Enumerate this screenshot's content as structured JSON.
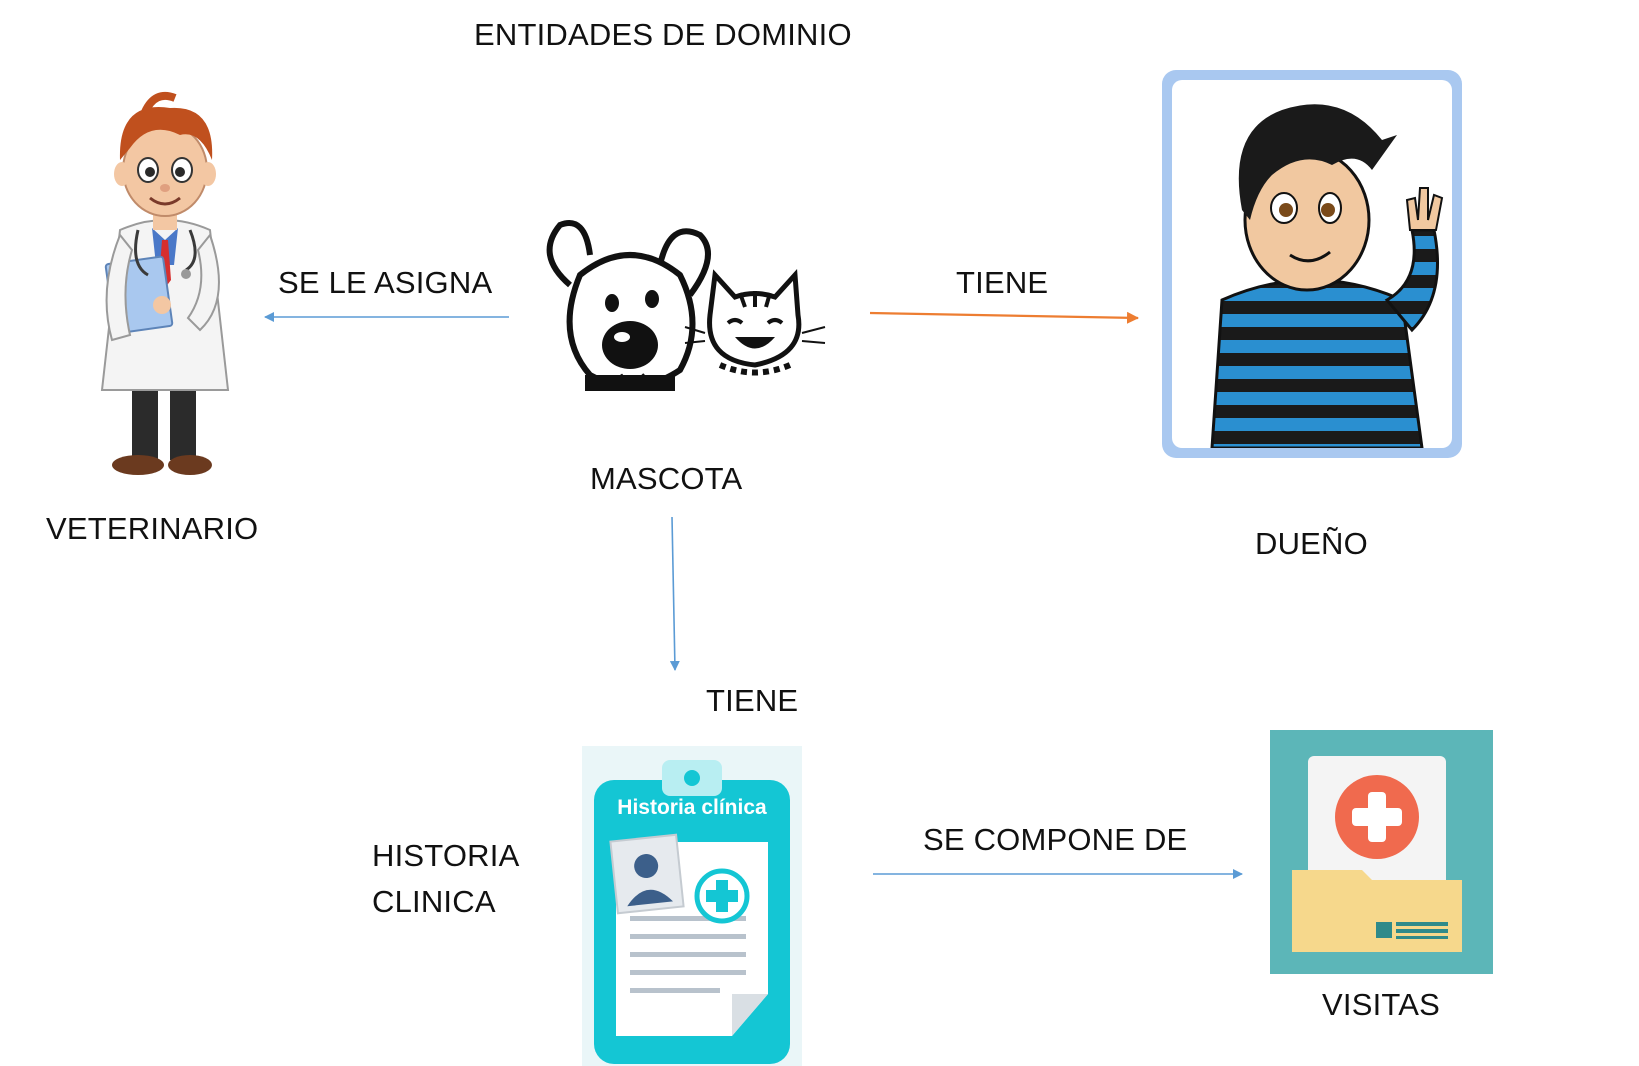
{
  "title": "ENTIDADES DE DOMINIO",
  "entities": {
    "veterinario": "VETERINARIO",
    "mascota": "MASCOTA",
    "dueno": "DUEÑO",
    "historia_line1": "HISTORIA",
    "historia_line2": "CLINICA",
    "visitas": "VISITAS"
  },
  "relations": {
    "mascota_veterinario": "SE LE ASIGNA",
    "mascota_dueno": "TIENE",
    "mascota_historia": "TIENE",
    "historia_visitas": "SE COMPONE DE"
  },
  "card_text": "Historia clínica",
  "colors": {
    "blue_arrow": "#5b9bd5",
    "orange_arrow": "#ed7d31",
    "card_teal": "#14c6d4",
    "visitas_bg": "#5cb6b8"
  }
}
